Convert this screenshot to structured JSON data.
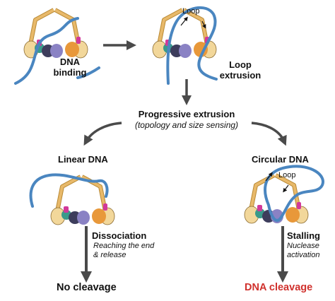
{
  "labels": {
    "dna_binding_1": "DNA",
    "dna_binding_2": "binding",
    "loop_tag_top": "Loop",
    "loop_extrusion_1": "Loop",
    "loop_extrusion_2": "extrusion",
    "progressive_extrusion": "Progressive extrusion",
    "topology_size": "(topology and size sensing)",
    "linear_dna": "Linear DNA",
    "circular_dna": "Circular DNA",
    "loop_tag_circular": "Loop",
    "dissociation": "Dissociation",
    "reaching_end_1": "Reaching the end",
    "reaching_end_2": "& release",
    "stalling": "Stalling",
    "nuclease_1": "Nuclease",
    "nuclease_2": "activation",
    "no_cleavage": "No cleavage",
    "dna_cleavage": "DNA cleavage"
  },
  "colors": {
    "dna": "#4a86c0",
    "arm": "#e8b96a",
    "arm_dark": "#b98a35",
    "head": "#f2d79a",
    "purple": "#8a82c4",
    "orange": "#e8983a",
    "teal": "#3a9a8a",
    "magenta": "#d2399a",
    "arrow": "#4a4a4a",
    "cleavage_red": "#d0312d"
  }
}
